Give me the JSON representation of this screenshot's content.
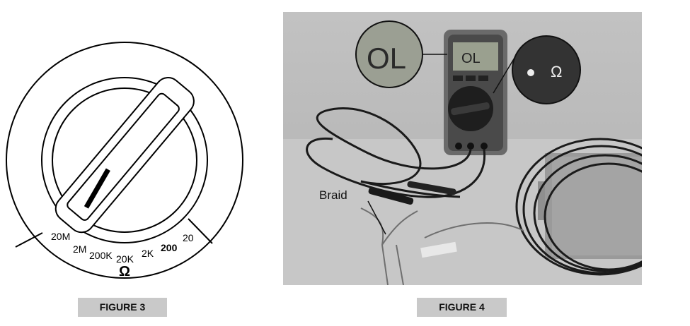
{
  "figure3": {
    "caption": "FIGURE 3",
    "dial_labels": {
      "r20m": "20M",
      "r2m": "2M",
      "r200k": "200K",
      "r20k": "20K",
      "r2k": "2K",
      "r200": "200",
      "r20": "20",
      "ohm": "Ω"
    }
  },
  "figure4": {
    "caption": "FIGURE 4",
    "display_reading": "OL",
    "inset_display_reading": "OL",
    "inset_dial_symbol": "Ω",
    "annotation_braid": "Braid"
  }
}
